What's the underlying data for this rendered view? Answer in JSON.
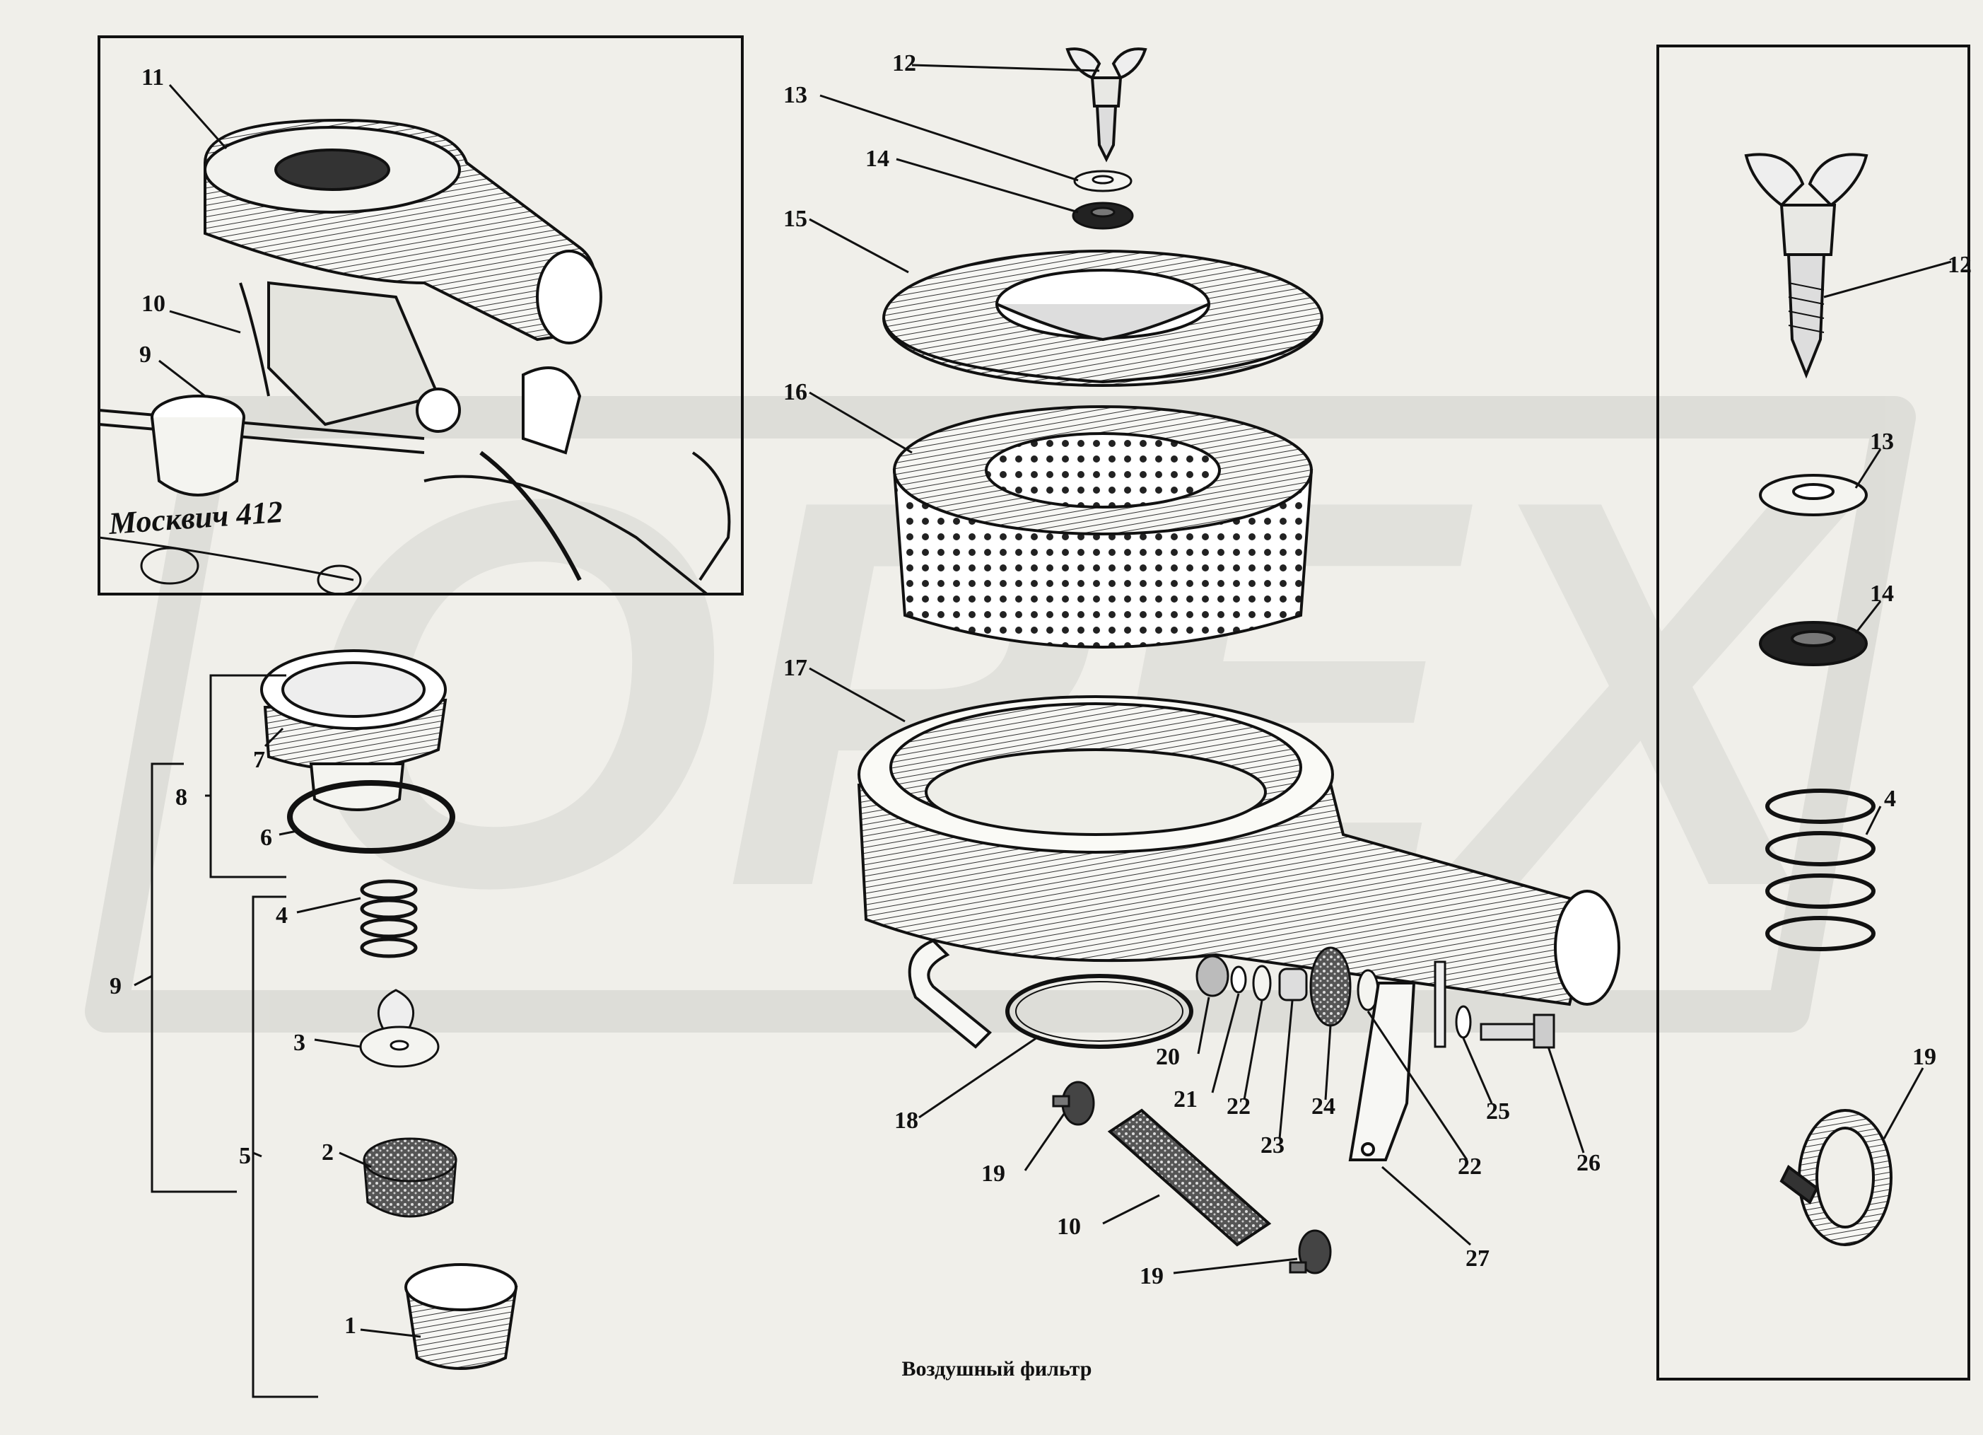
{
  "caption": "Воздушный фильтр",
  "watermark": "OPEX",
  "inset_engine_text": "Москвич 412",
  "labels": {
    "l1": "1",
    "l2": "2",
    "l3": "3",
    "l4": "4",
    "l5": "5",
    "l6": "6",
    "l7": "7",
    "l8": "8",
    "l9": "9",
    "l10": "10",
    "l11": "11",
    "l12": "12",
    "l13": "13",
    "l14": "14",
    "l15": "15",
    "l16": "16",
    "l17": "17",
    "l18": "18",
    "l19": "19",
    "l20": "20",
    "l21": "21",
    "l22": "22",
    "l23": "23",
    "l24": "24",
    "l25": "25",
    "l26": "26",
    "l27": "27"
  },
  "colors": {
    "paper": "#f0efea",
    "ink": "#111111",
    "watermark": "#cfcfca"
  }
}
